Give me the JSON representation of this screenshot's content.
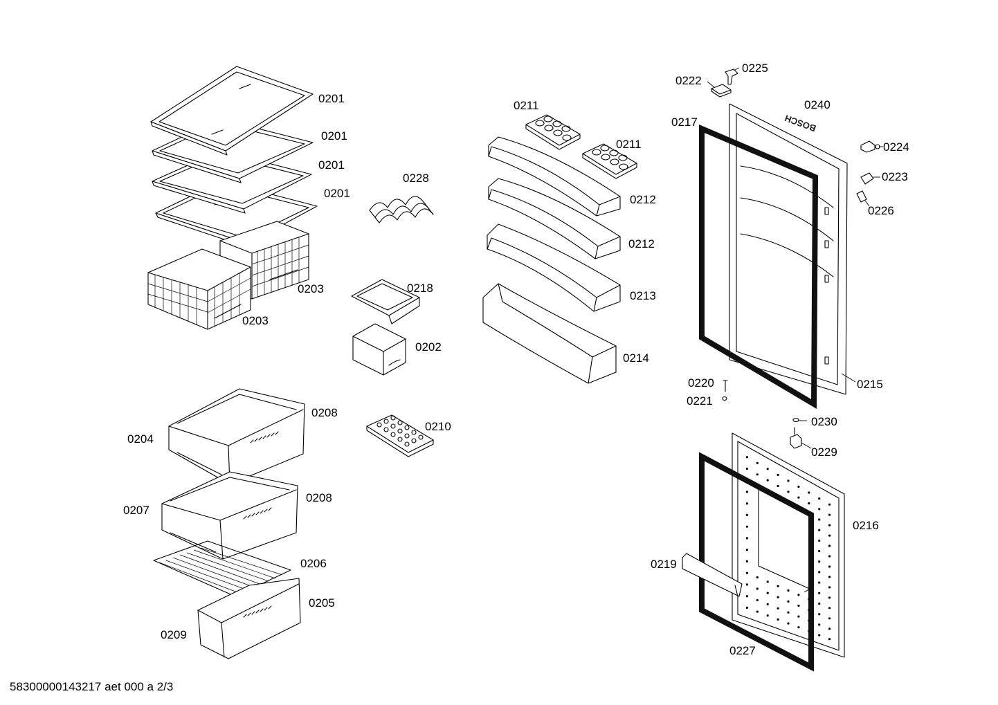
{
  "labels": {
    "glass_shelf_1": "0201",
    "glass_shelf_2": "0201",
    "glass_shelf_3": "0201",
    "glass_shelf_4": "0201",
    "crisper_back": "0203",
    "crisper_front": "0203",
    "bottle_rack": "0228",
    "tray_lid": "0218",
    "small_box": "0202",
    "egg_tray_1": "0211",
    "egg_tray_2": "0211",
    "door_shelf_1": "0212",
    "door_shelf_2": "0212",
    "door_shelf_3": "0213",
    "bottle_shelf": "0214",
    "drawer_top_front": "0208",
    "drawer_top_side": "0204",
    "drawer_mid_front": "0208",
    "drawer_mid_side": "0207",
    "wire_grid": "0206",
    "drawer_low_front": "0205",
    "drawer_low_side": "0209",
    "ice_tray": "0210",
    "hinge_cover_top": "0222",
    "hinge_pin_top": "0225",
    "door_gasket_upper": "0217",
    "brand_plate": "0240",
    "hinge_right": "0224",
    "bracket_right": "0223",
    "clip_right": "0226",
    "screw": "0220",
    "washer": "0221",
    "upper_door": "0215",
    "cap": "0230",
    "hinge_mid": "0229",
    "lower_door": "0216",
    "handle_strip": "0219",
    "door_gasket_lower": "0227"
  },
  "brand_text": "BOSCH",
  "footer": "58300000143217 aet 000 a 2/3"
}
